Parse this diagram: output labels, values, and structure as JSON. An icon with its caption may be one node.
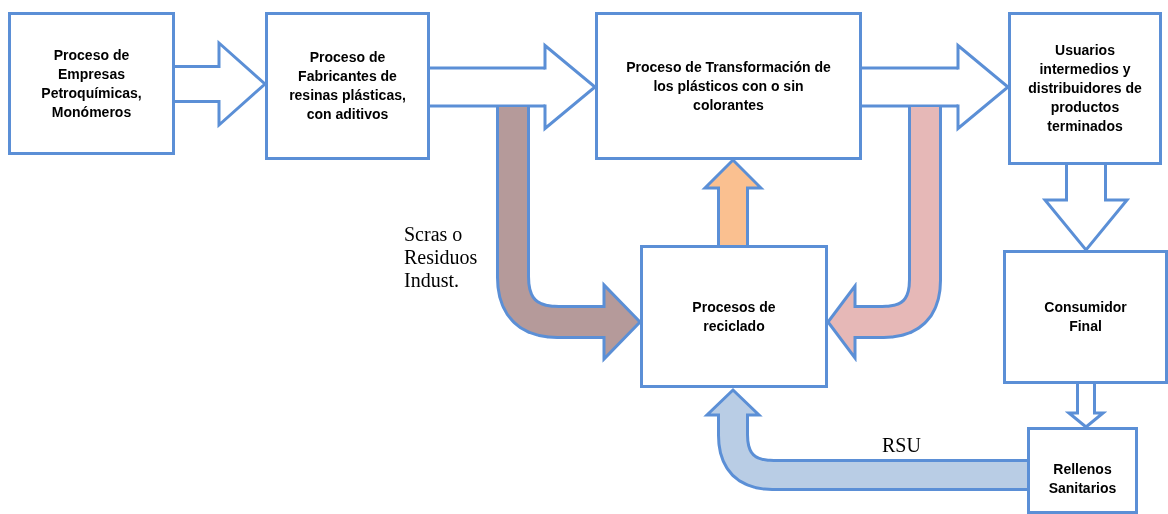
{
  "diagram": {
    "nodes": [
      {
        "text": [
          "Proceso de Empresas Petroquímicas, Monómeros"
        ]
      },
      {
        "text": [
          "Proceso de Fabricantes de resinas plásticas, con aditivos"
        ]
      },
      {
        "text": [
          "Proceso de Transformación de los plásticos con o sin colorantes"
        ]
      },
      {
        "text": [
          "Usuarios intermedios y distribuidores de productos terminados"
        ]
      },
      {
        "text": [
          "Procesos de reciclado"
        ]
      },
      {
        "text": [
          "Consumidor Final"
        ]
      },
      {
        "text": [
          "Rellenos Sanitarios"
        ]
      }
    ],
    "edges": [
      {
        "from": 0,
        "to": 1,
        "arrow": "to"
      },
      {
        "from": 1,
        "to": 2,
        "arrow": "to"
      },
      {
        "from": 2,
        "to": 3,
        "arrow": "to"
      },
      {
        "from": null,
        "to": 4,
        "arrow": "to",
        "label": "Scras o Residuos Indust.",
        "color": "#b59a9a"
      },
      {
        "from": 2,
        "to": 4,
        "arrow": "to",
        "color": "#e6b8b7"
      },
      {
        "from": 4,
        "to": 2,
        "arrow": "to",
        "color": "#fac090"
      },
      {
        "from": 3,
        "to": 5,
        "arrow": "to"
      },
      {
        "from": 5,
        "to": 6,
        "arrow": "to"
      },
      {
        "from": 6,
        "to": 4,
        "arrow": "to",
        "label": "RSU",
        "color": "#b9cde5"
      }
    ]
  }
}
